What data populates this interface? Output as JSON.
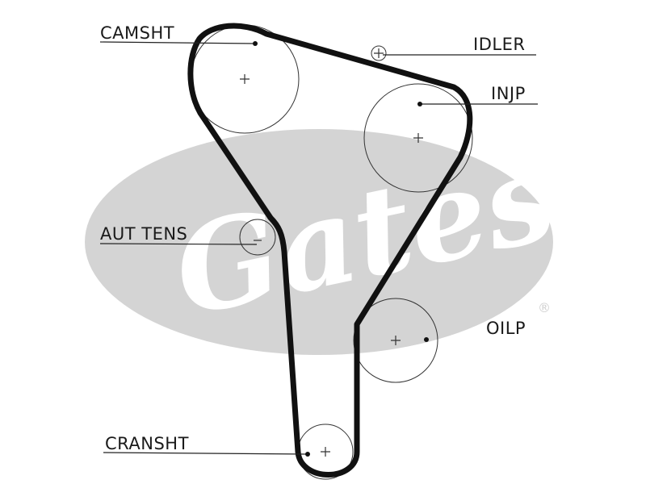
{
  "labels": {
    "camshaft": "CAMSHT",
    "idler": "IDLER",
    "injection_pump": "INJP",
    "auto_tensioner": "AUT TENS",
    "oil_pump": "OILP",
    "crankshaft": "CRANSHT"
  },
  "watermark": {
    "brand": "Gates",
    "registered_mark": "®"
  },
  "colors": {
    "belt": "#111111",
    "pulley_outline": "#333333",
    "logo_gray": "#d4d4d4",
    "label_text": "#1a1a1a"
  }
}
